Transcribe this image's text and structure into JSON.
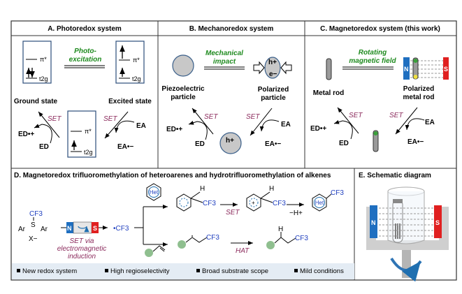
{
  "panels": {
    "A": {
      "title": "A. Photoredox system",
      "arrow_label_1": "Photo-",
      "arrow_label_2": "excitation",
      "ground_state": "Ground state",
      "excited_state": "Excited state",
      "orbital_upper": "π*",
      "orbital_lower": "t2g",
      "set": "SET",
      "ed": "ED",
      "ed_ox": "ED•+",
      "ea": "EA",
      "ea_red": "EA•−"
    },
    "B": {
      "title": "B. Mechanoredox system",
      "arrow_label_1": "Mechanical",
      "arrow_label_2": "impact",
      "left_label_1": "Piezoelectric",
      "left_label_2": "particle",
      "right_label_1": "Polarized",
      "right_label_2": "particle",
      "hole": "h+",
      "electron": "e−",
      "set": "SET",
      "ed": "ED",
      "ed_ox": "ED•+",
      "ea": "EA",
      "ea_red": "EA•−"
    },
    "C": {
      "title": "C. Magnetoredox system (this work)",
      "arrow_label_1": "Rotating",
      "arrow_label_2": "magnetic field",
      "left_label": "Metal rod",
      "right_label_1": "Polarized",
      "right_label_2": "metal rod",
      "north": "N",
      "south": "S",
      "set": "SET",
      "ed": "ED",
      "ed_ox": "ED•+",
      "ea": "EA",
      "ea_red": "EA•−"
    },
    "D": {
      "title": "D. Magnetoredox trifluoromethylation of heteroarenes and hydrotrifluoromethylation of alkenes",
      "reagent_top": "CF3",
      "reagent_s": "S",
      "reagent_ar": "Ar",
      "reagent_x": "X−",
      "north": "N",
      "south": "S",
      "induction_1": "SET via",
      "induction_2": "electromagnetic",
      "induction_3": "induction",
      "radical": "•CF3",
      "het": "Het",
      "h": "H",
      "cf3": "CF3",
      "set": "SET",
      "minus_h": "−H+",
      "hat": "HAT",
      "features": [
        "New redox system",
        "High regioselectivity",
        "Broad substrate scope",
        "Mild conditions"
      ]
    },
    "E": {
      "title": "E. Schematic diagram",
      "north": "N",
      "south": "S"
    }
  },
  "colors": {
    "border": "#333333",
    "green_text": "#1e8a1e",
    "set_text": "#8b2a5c",
    "blue_text": "#1f3fbf",
    "magnet_north": "#1f6fc0",
    "magnet_south": "#e02020",
    "particle": "#c8c8c8",
    "green_dot": "#8fbf8f",
    "features_bg": "#e4ecf4"
  }
}
